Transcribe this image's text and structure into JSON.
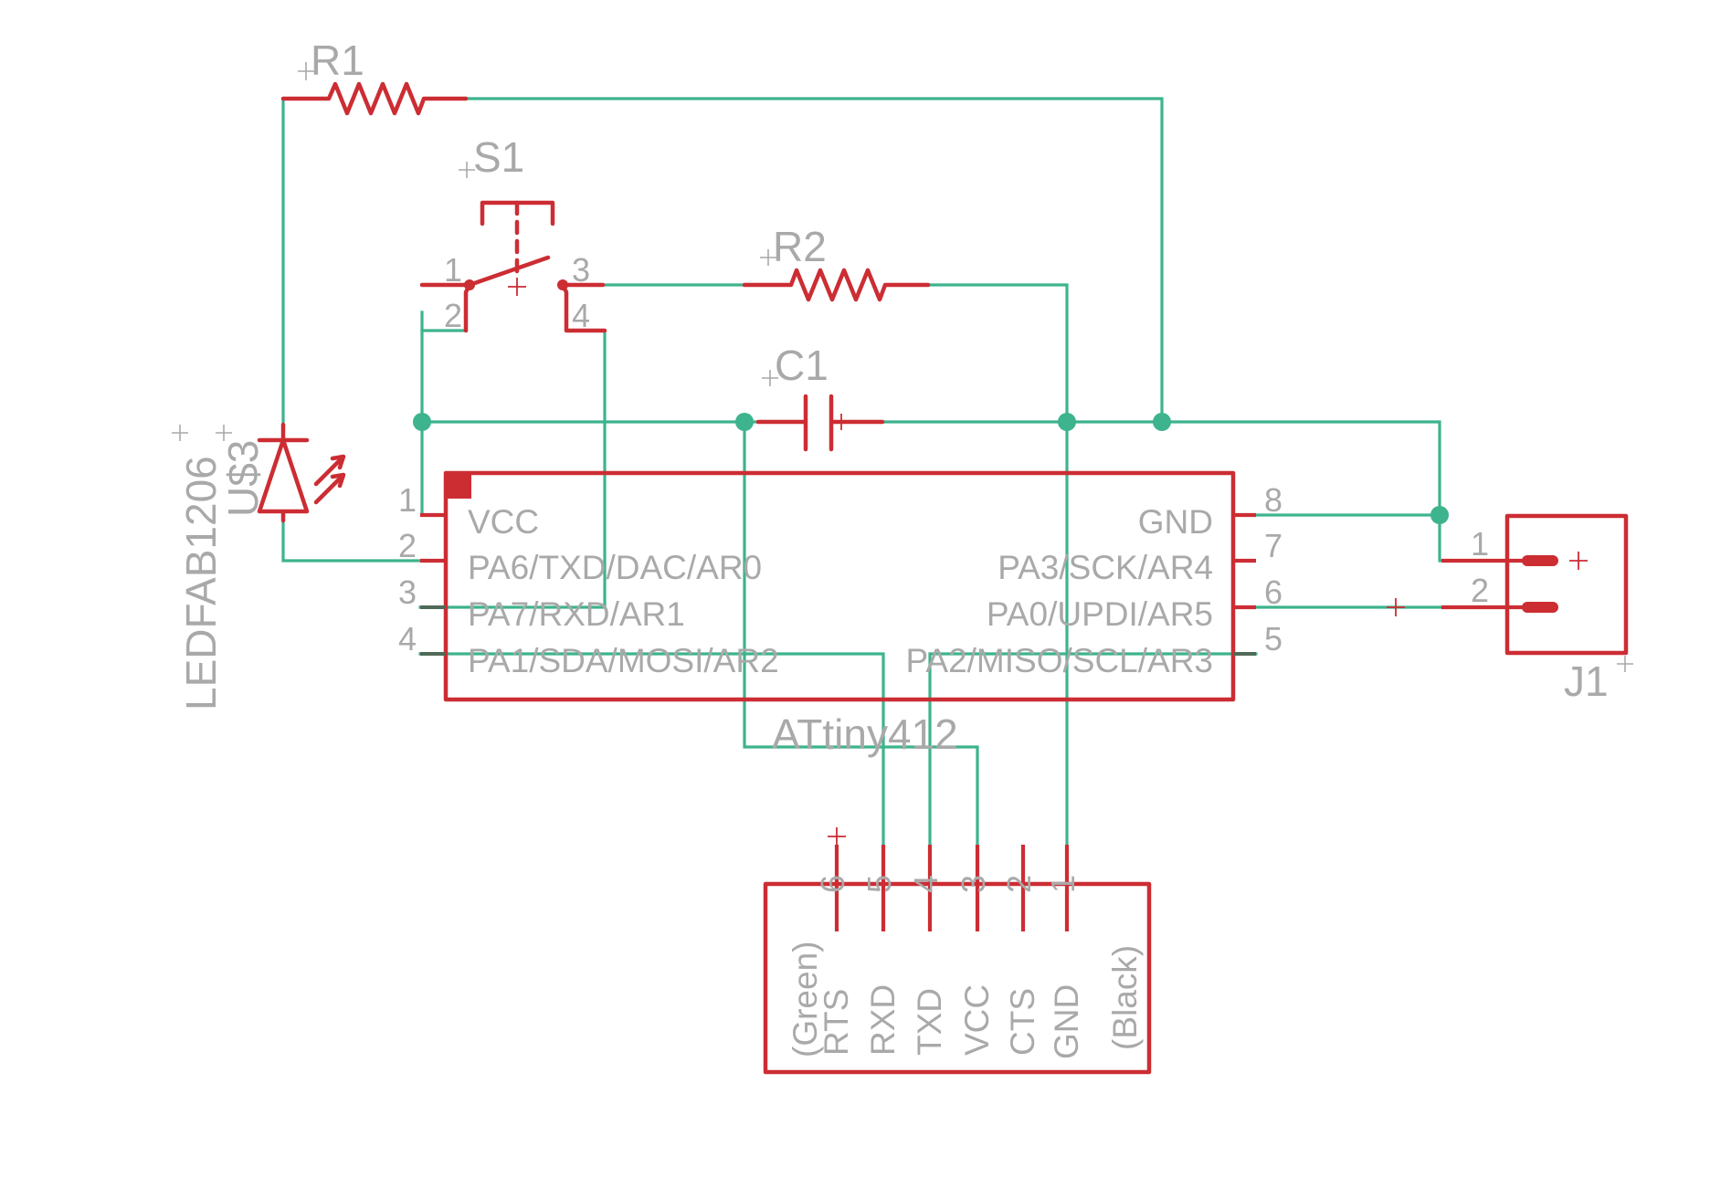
{
  "colors": {
    "wire": "#3db38e",
    "part": "#cc2d33",
    "text": "#a9a9a9"
  },
  "parts": {
    "r1": {
      "ref": "R1"
    },
    "r2": {
      "ref": "R2"
    },
    "c1": {
      "ref": "C1"
    },
    "s1": {
      "ref": "S1",
      "pins": [
        "1",
        "2",
        "3",
        "4"
      ]
    },
    "led": {
      "ref": "U$3",
      "value": "LEDFAB1206"
    },
    "ic": {
      "value": "ATtiny412",
      "left_pins": [
        {
          "num": "1",
          "name": "VCC"
        },
        {
          "num": "2",
          "name": "PA6/TXD/DAC/AR0"
        },
        {
          "num": "3",
          "name": "PA7/RXD/AR1"
        },
        {
          "num": "4",
          "name": "PA1/SDA/MOSI/AR2"
        }
      ],
      "right_pins": [
        {
          "num": "8",
          "name": "GND"
        },
        {
          "num": "7",
          "name": "PA3/SCK/AR4"
        },
        {
          "num": "6",
          "name": "PA0/UPDI/AR5"
        },
        {
          "num": "5",
          "name": "PA2/MISO/SCL/AR3"
        }
      ]
    },
    "j1": {
      "ref": "J1",
      "pins": [
        "1",
        "2"
      ]
    },
    "ftdi": {
      "pins": [
        {
          "num": "6",
          "name": "RTS"
        },
        {
          "num": "5",
          "name": "RXD"
        },
        {
          "num": "4",
          "name": "TXD"
        },
        {
          "num": "3",
          "name": "VCC"
        },
        {
          "num": "2",
          "name": "CTS"
        },
        {
          "num": "1",
          "name": "GND"
        }
      ],
      "left_note": "(Green)",
      "right_note": "(Black)"
    }
  }
}
